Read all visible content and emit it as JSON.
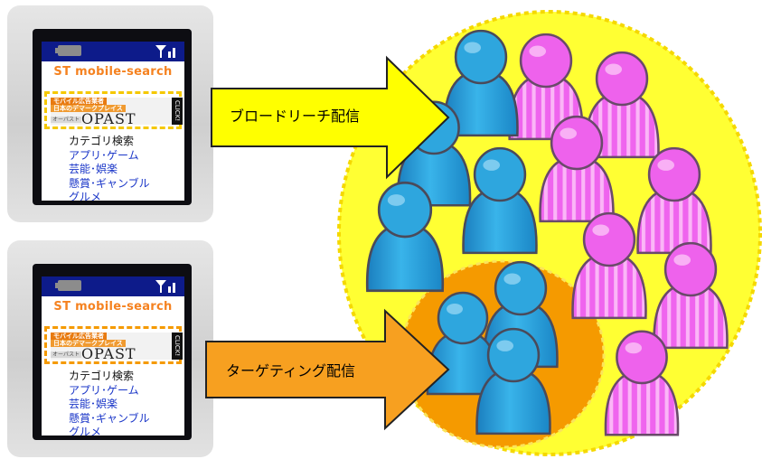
{
  "phone": {
    "site_title": "ST mobile-search",
    "banner": {
      "line1": "モバイル広告業者",
      "line2": "日本のデマークプレイス",
      "opast_small": "オーパスト",
      "opast": "OPAST",
      "click": "CLICK!"
    },
    "menu": [
      "カテゴリ検索",
      "アプリ･ゲーム",
      "芸能･娯楽",
      "懸賞･ギャンブル",
      "グルメ"
    ]
  },
  "arrows": {
    "broad_reach": "ブロードリーチ配信",
    "targeting": "ターゲティング配信"
  },
  "colors": {
    "broad_arrow": "#ffff00",
    "targeting_arrow": "#f7a020",
    "audience_circle": "#ffff33",
    "target_circle": "#f59a00",
    "person_blue": "#2aa3dc",
    "person_pink": "#ef64ee",
    "site_title": "#f58220",
    "status_bar": "#0d1b8a"
  },
  "icons": {
    "battery": "battery-icon",
    "signal": "signal-icon",
    "person": "person-icon"
  }
}
